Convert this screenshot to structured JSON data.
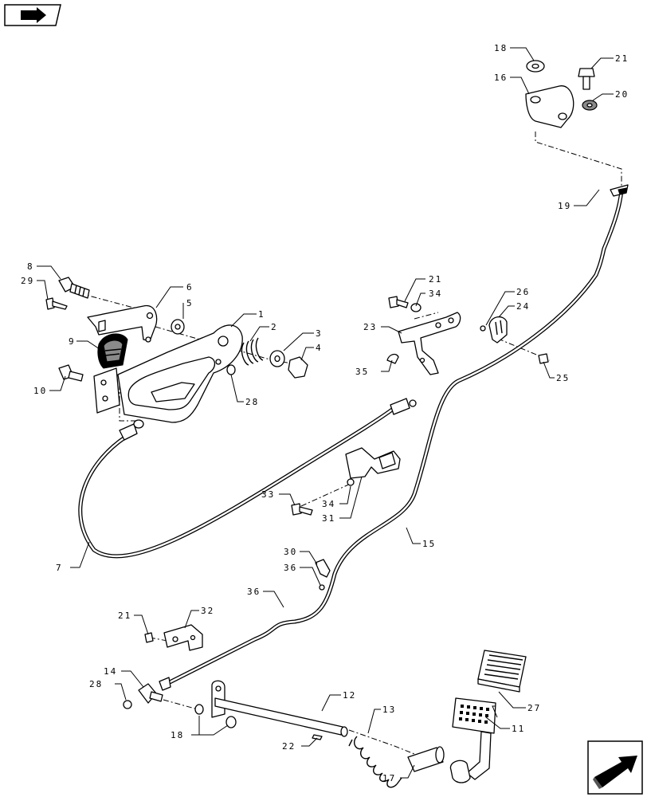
{
  "callouts": {
    "c1": "1",
    "c2": "2",
    "c3": "3",
    "c4": "4",
    "c5": "5",
    "c6": "6",
    "c7": "7",
    "c8": "8",
    "c9": "9",
    "c10": "10",
    "c11": "11",
    "c12": "12",
    "c13": "13",
    "c14": "14",
    "c15": "15",
    "c16": "16",
    "c17": "17",
    "c18a": "18",
    "c18b": "18",
    "c19": "19",
    "c20": "20",
    "c21a": "21",
    "c21b": "21",
    "c21c": "21",
    "c22": "22",
    "c23": "23",
    "c24": "24",
    "c25": "25",
    "c26": "26",
    "c27": "27",
    "c28a": "28",
    "c28b": "28",
    "c29": "29",
    "c30": "30",
    "c31": "31",
    "c32": "32",
    "c33": "33",
    "c34a": "34",
    "c34b": "34",
    "c35": "35",
    "c36a": "36",
    "c36b": "36"
  },
  "icons": {
    "top_left": "back-arrow-icon",
    "bottom_right": "forward-arrow-icon"
  }
}
